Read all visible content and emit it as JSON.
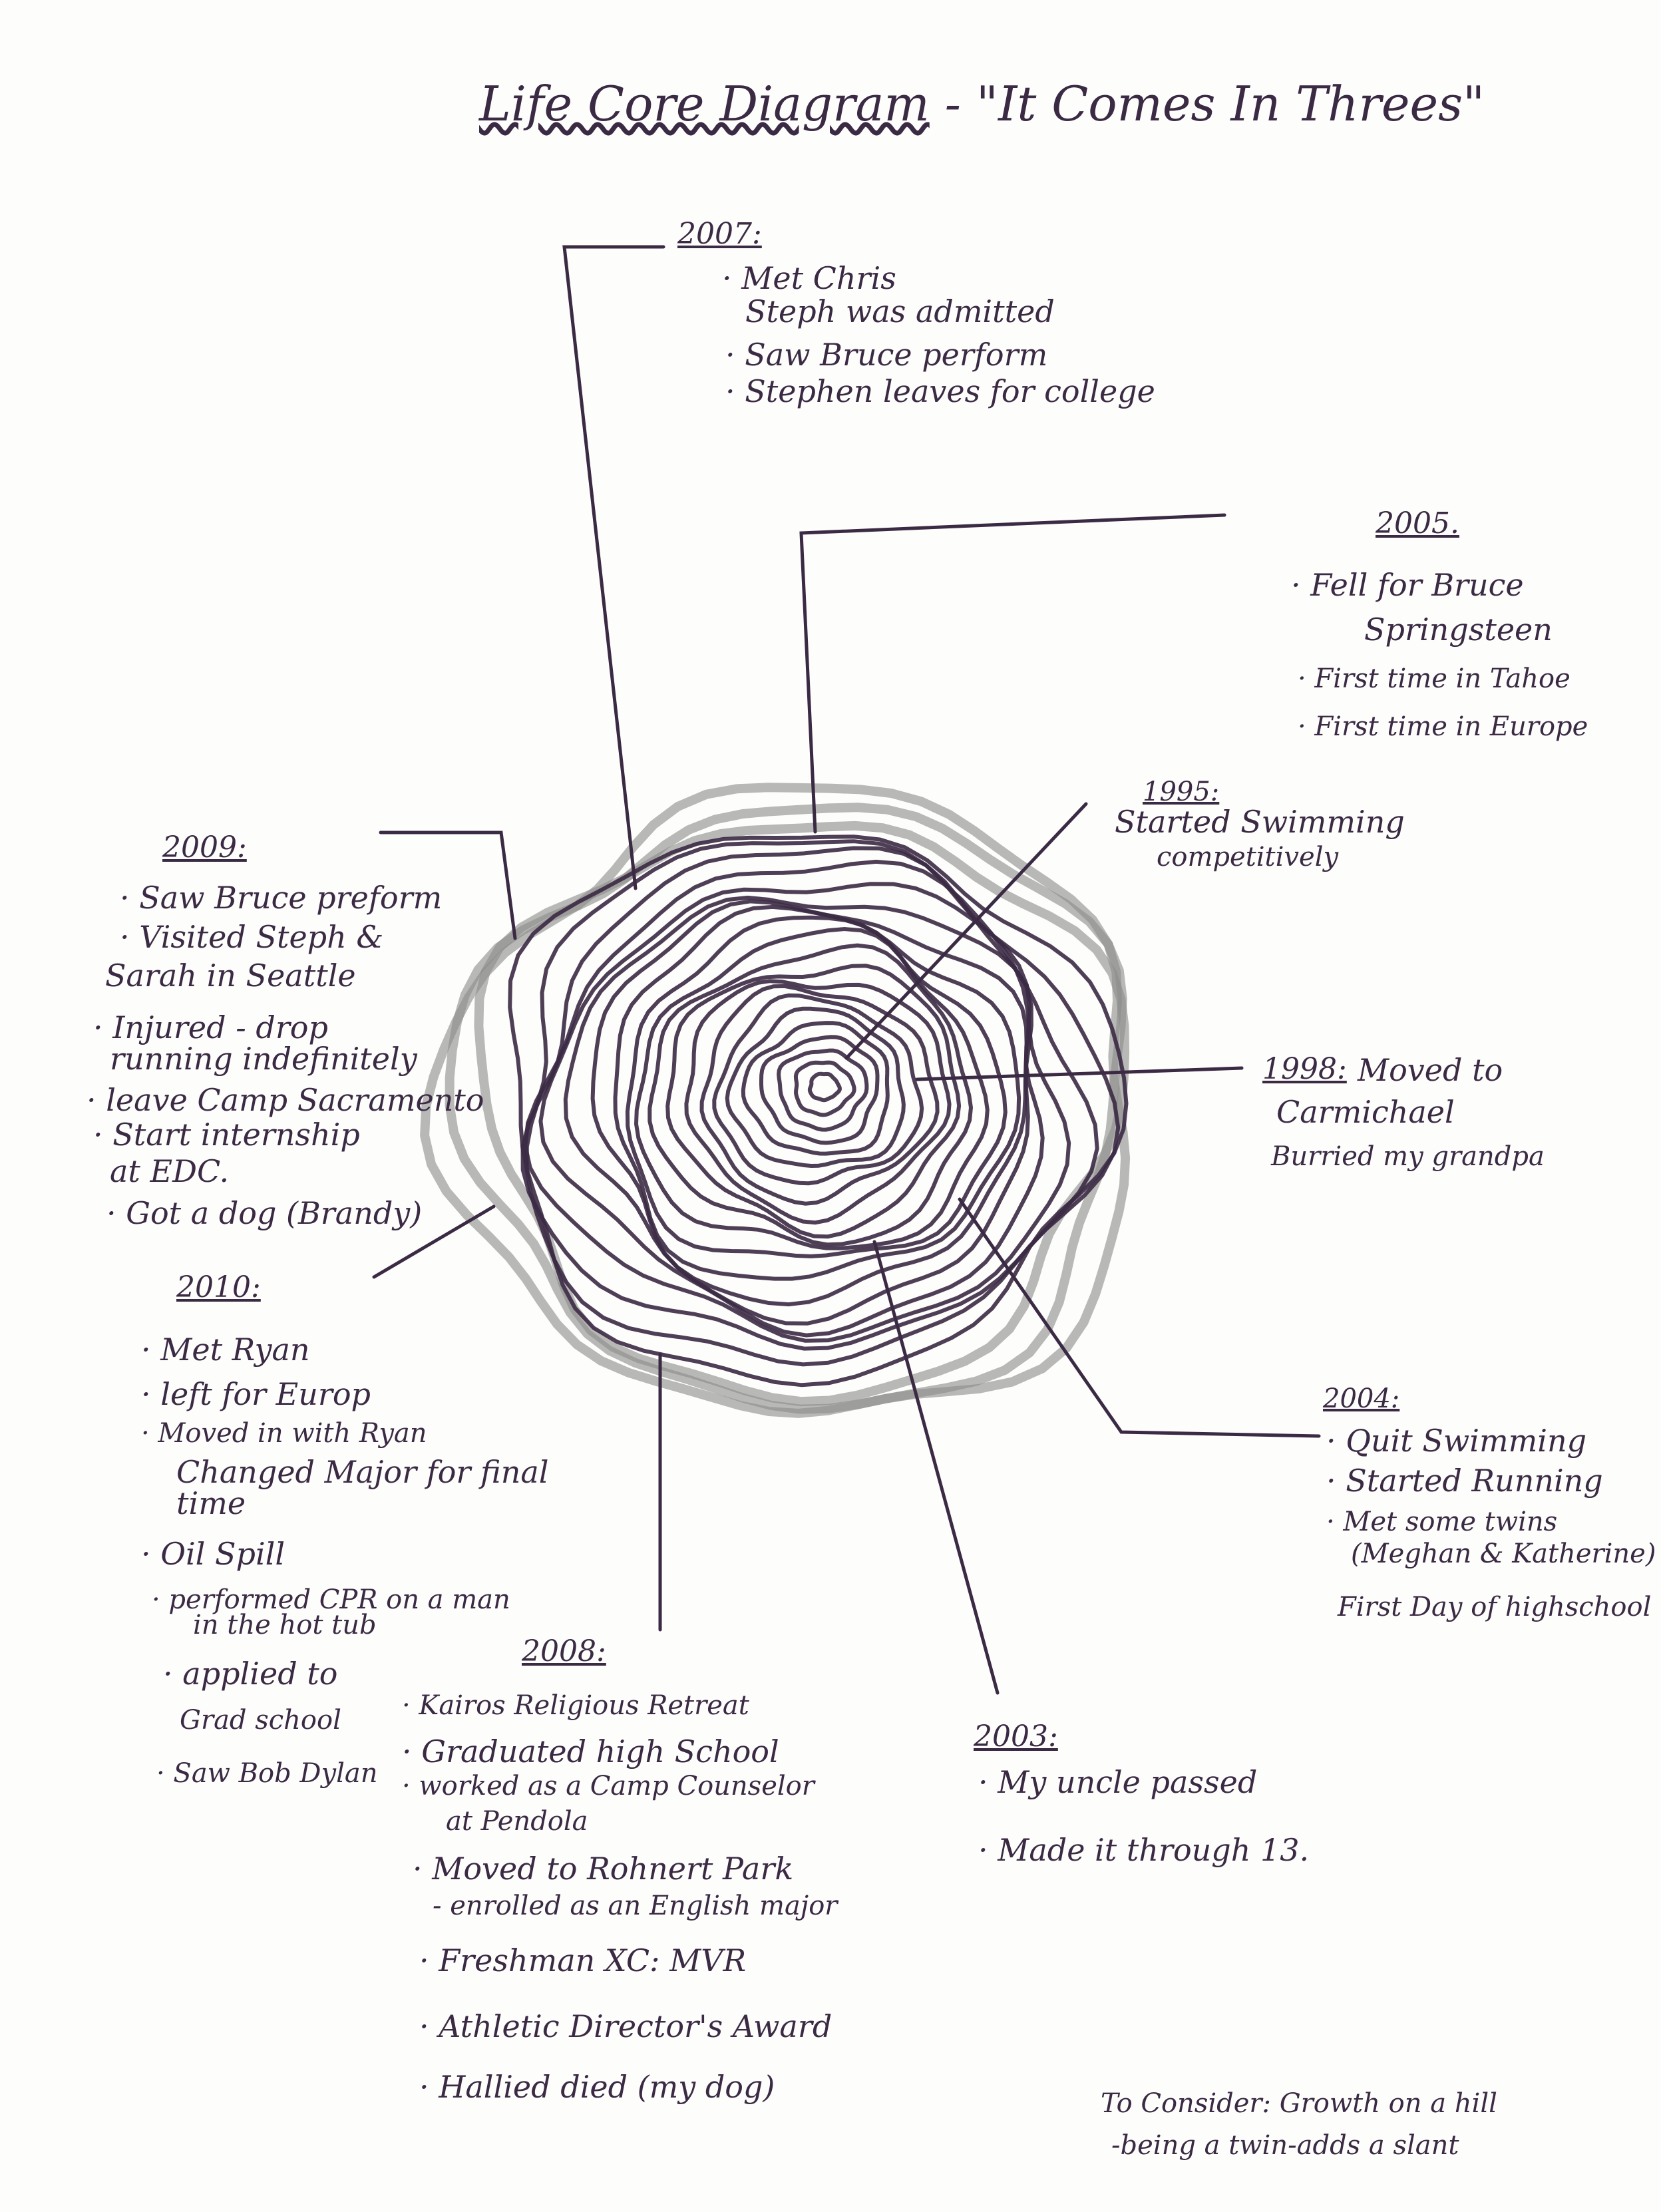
{
  "title": {
    "main": "Life Core Diagram",
    "subtitle": "- \"It Comes In Threes\""
  },
  "entries": {
    "y2007": {
      "year": "2007:",
      "items": [
        "· Met Chris",
        "Steph was admitted",
        "· Saw Bruce perform",
        "· Stephen leaves for college"
      ]
    },
    "y2005": {
      "year": "2005.",
      "items": [
        "· Fell for Bruce",
        "Springsteen",
        "· First time in Tahoe",
        "· First time in Europe"
      ]
    },
    "y1995": {
      "year": "1995:",
      "items": [
        "Started Swimming",
        "competitively"
      ]
    },
    "y2009": {
      "year": "2009:",
      "items": [
        "· Saw Bruce preform",
        "· Visited Steph &",
        "Sarah in Seattle",
        "· Injured - drop",
        "running indefinitely",
        "· leave Camp Sacramento",
        "· Start internship",
        "at EDC.",
        "· Got a dog (Brandy)"
      ]
    },
    "y1998": {
      "year": "1998:",
      "items": [
        "Moved to",
        "Carmichael",
        "Burried my grandpa"
      ]
    },
    "y2010": {
      "year": "2010:",
      "items": [
        "· Met Ryan",
        "· left for Europ",
        "· Moved in with Ryan",
        "Changed Major for final",
        "time",
        "· Oil Spill",
        "· performed CPR on a man",
        "in the hot tub",
        "· applied to",
        "Grad school",
        "· Saw Bob Dylan"
      ]
    },
    "y2004": {
      "year": "2004:",
      "items": [
        "· Quit Swimming",
        "· Started Running",
        "· Met some twins",
        "(Meghan & Katherine)",
        "First Day of highschool"
      ]
    },
    "y2008": {
      "year": "2008:",
      "items": [
        "· Kairos Religious Retreat",
        "· Graduated high School",
        "· worked as a Camp Counselor",
        "at Pendola",
        "· Moved to Rohnert Park",
        "- enrolled as an English major",
        "· Freshman XC: MVR",
        "· Athletic Director's Award",
        "· Hallied died (my dog)"
      ]
    },
    "y2003": {
      "year": "2003:",
      "items": [
        "· My uncle passed",
        "· Made it through 13."
      ]
    }
  },
  "note": {
    "lines": [
      "To Consider: Growth on a hill",
      "-being a twin-adds a slant"
    ]
  },
  "colors": {
    "ink": "#3b2a44",
    "pencil": "#8a8a8a",
    "paper": "#fdfdfb"
  }
}
